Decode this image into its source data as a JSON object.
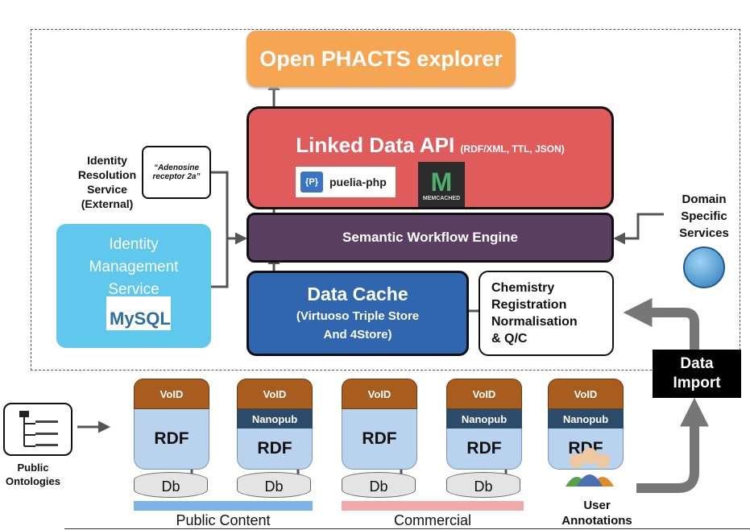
{
  "explorer": "Open PHACTS explorer",
  "lda": {
    "title": "Linked Data API",
    "subtitle": "(RDF/XML, TTL, JSON)",
    "puelia": "puelia-php",
    "puelia_p": "{P}",
    "memcached": "MEMCACHED",
    "memcached_m": "M"
  },
  "swe": "Semantic Workflow Engine",
  "cache": {
    "title": "Data Cache",
    "line1": "(Virtuoso Triple Store",
    "line2": "And 4Store)"
  },
  "chem": [
    "Chemistry",
    "Registration",
    "Normalisation",
    "& Q/C"
  ],
  "idm": {
    "lines": [
      "Identity",
      "Management",
      "Service"
    ],
    "mysql": "MySQL"
  },
  "irs": [
    "Identity",
    "Resolution",
    "Service",
    "(External)"
  ],
  "adeno": [
    "“Adenosine",
    "receptor 2a”"
  ],
  "dss": [
    "Domain",
    "Specific",
    "Services"
  ],
  "data_import": [
    "Data",
    "Import"
  ],
  "ontologies": [
    "Public",
    "Ontologies"
  ],
  "stores": [
    {
      "void": "VoID",
      "nano": "",
      "rdf": "RDF",
      "db": "Db"
    },
    {
      "void": "VoID",
      "nano": "Nanopub",
      "rdf": "RDF",
      "db": "Db"
    },
    {
      "void": "VoID",
      "nano": "",
      "rdf": "RDF",
      "db": "Db"
    },
    {
      "void": "VoID",
      "nano": "Nanopub",
      "rdf": "RDF",
      "db": "Db"
    },
    {
      "void": "VoID",
      "nano": "Nanopub",
      "rdf": "RDF",
      "db": ""
    }
  ],
  "groups": {
    "public": "Public Content",
    "commercial": "Commercial"
  },
  "user_annotations": [
    "User",
    "Annotations"
  ],
  "colors": {
    "public_bar": "#7fb3e8",
    "commercial_bar": "#f0aaaa"
  }
}
